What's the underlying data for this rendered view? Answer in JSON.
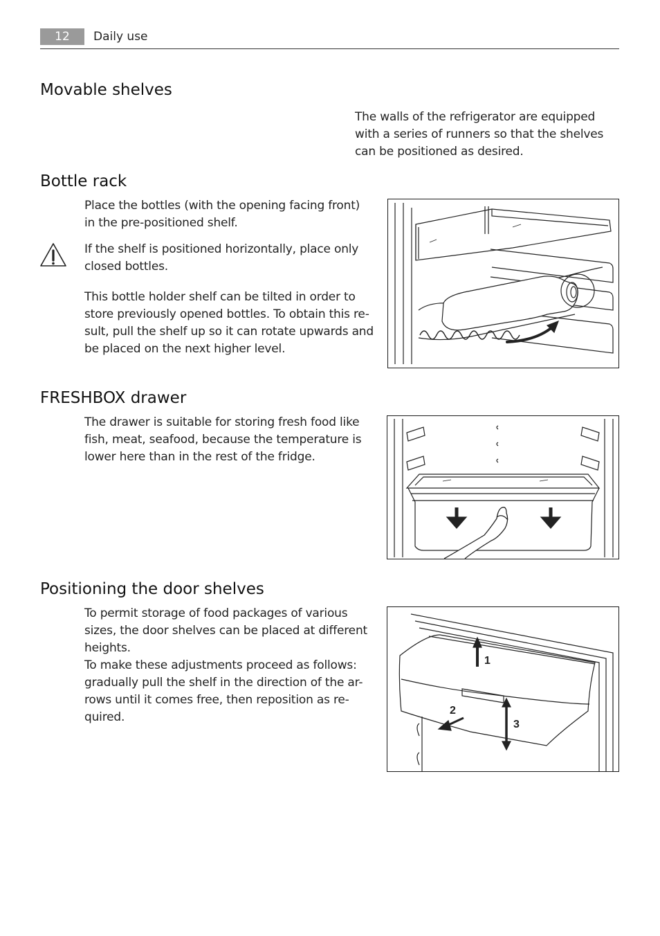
{
  "header": {
    "page_number": "12",
    "section": "Daily use"
  },
  "movable_shelves": {
    "title": "Movable shelves",
    "text": "The walls of the refrigerator are equipped\nwith a series of runners so that the shelves\ncan be positioned as desired."
  },
  "bottle_rack": {
    "title": "Bottle rack",
    "text1": "Place the bottles (with the opening facing front)\nin the pre-positioned shelf.",
    "warning_icon": "warning-triangle-icon",
    "warning": "If the shelf is positioned horizontally, place only\nclosed bottles.",
    "text2": "This bottle holder shelf can be tilted in order to\nstore previously opened bottles. To obtain this re-\nsult, pull the shelf up so it can rotate upwards and\nbe placed on the next higher level."
  },
  "freshbox": {
    "title": "FRESHBOX drawer",
    "text": "The drawer is suitable for storing fresh food like\nfish, meat, seafood, because the temperature is\nlower here than in the rest of the fridge."
  },
  "door_shelves": {
    "title": "Positioning the door shelves",
    "text1": "To permit storage of food packages of various\nsizes, the door shelves can be placed at different\nheights.",
    "text2": "To make these adjustments proceed as follows:\ngradually pull the shelf in the direction of the ar-\nrows until it comes free, then reposition as re-\nquired.",
    "figure_labels": [
      "1",
      "2",
      "3"
    ]
  }
}
